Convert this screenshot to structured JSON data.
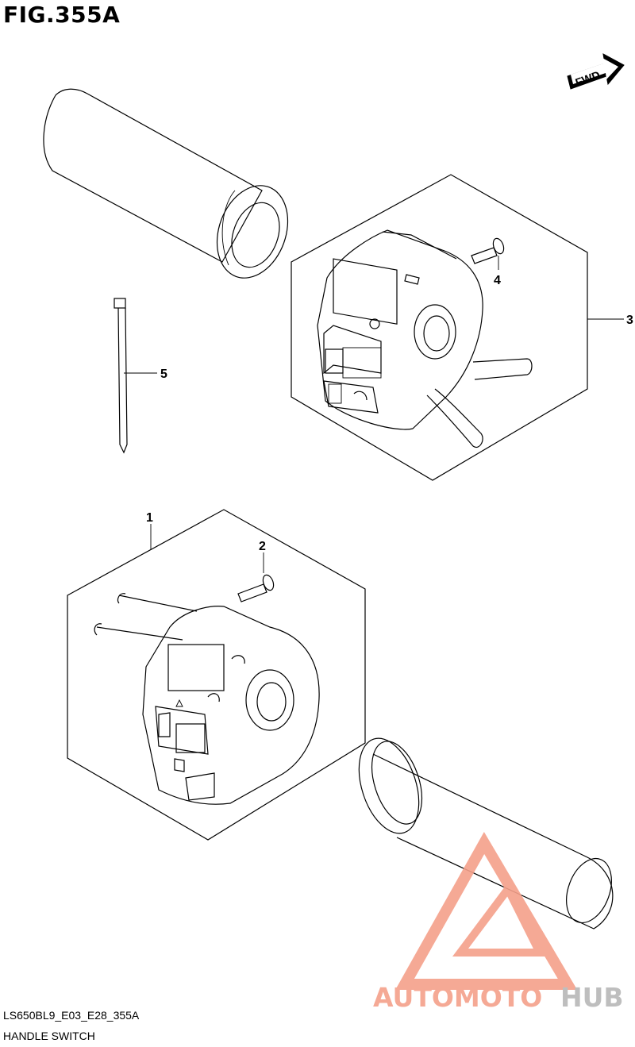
{
  "figure": {
    "title": "FIG.355A",
    "code": "LS650BL9_E03_E28_355A",
    "caption": "HANDLE SWITCH"
  },
  "fwd_badge": "FWD",
  "callouts": [
    "1",
    "2",
    "3",
    "4",
    "5"
  ],
  "watermark": {
    "part1": "AUTOMOTO",
    "part2": "HUB",
    "color_primary": "#f5a08a",
    "color_secondary": "#d9d9d9"
  }
}
